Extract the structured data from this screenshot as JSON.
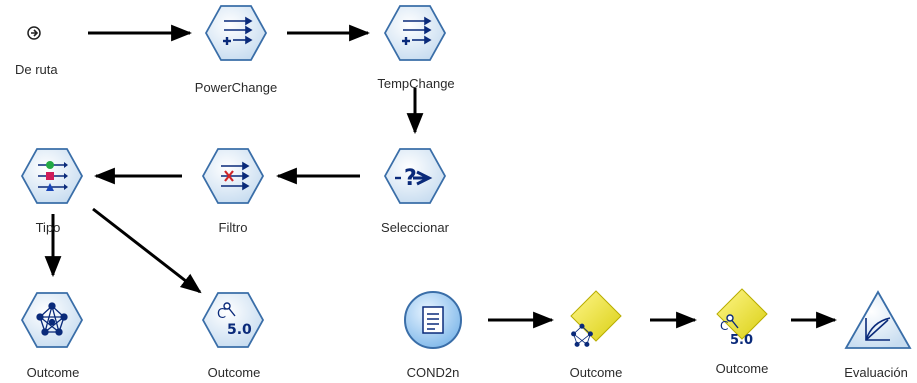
{
  "nodes": {
    "de_ruta": "De ruta",
    "powerchange": "PowerChange",
    "tempchange": "TempChange",
    "seleccionar": "Seleccionar",
    "filtro": "Filtro",
    "tipo": "Tipo",
    "outcome_1": "Outcome",
    "outcome_2": "Outcome",
    "cond2n": "COND2n",
    "outcome_3": "Outcome",
    "outcome_4": "Outcome",
    "evaluacion": "Evaluación"
  },
  "icon_text": {
    "c50": "5.0",
    "c50_prefix": "C"
  },
  "colors": {
    "node_fill": "#dbe9f6",
    "node_stroke": "#3a6ea8",
    "glyph": "#0a2a7a",
    "arrow": "#000000",
    "diamond": "#f0e82c"
  }
}
